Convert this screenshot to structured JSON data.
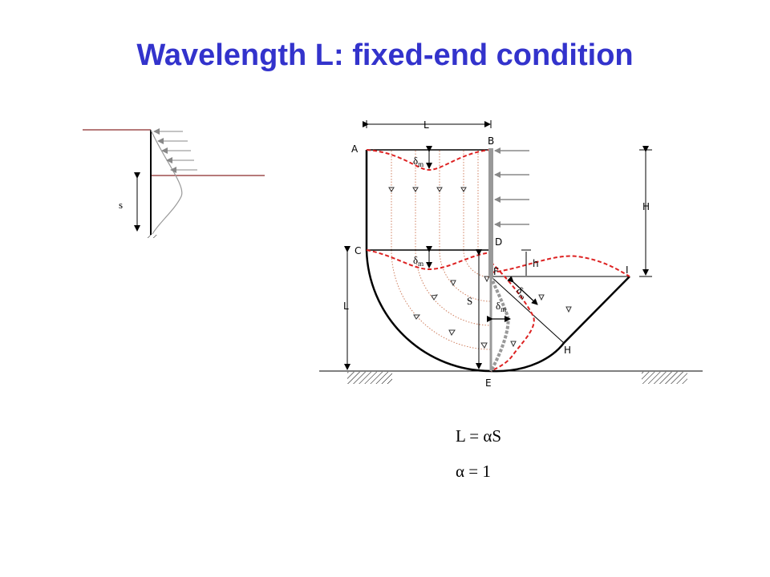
{
  "title": "Wavelength L: fixed-end condition",
  "small_diagram": {
    "s_label": "s"
  },
  "main_diagram": {
    "points": {
      "A": "A",
      "B": "B",
      "C": "C",
      "D": "D",
      "E": "E",
      "F": "F",
      "H": "H",
      "I": "I"
    },
    "dim_L_top": "L",
    "dim_L_left": "L",
    "dim_H": "H",
    "dim_h": "h",
    "dim_S": "S",
    "delta_label": "δ",
    "delta_sub": "m"
  },
  "equations": {
    "eq1": "L = αS",
    "eq2": "α = 1"
  },
  "colors": {
    "title": "#3333cc",
    "wall": "#999999",
    "dashed": "#dd2222",
    "flow": "#d08060",
    "ground": "#8b2a2a",
    "arrow": "#888888"
  }
}
